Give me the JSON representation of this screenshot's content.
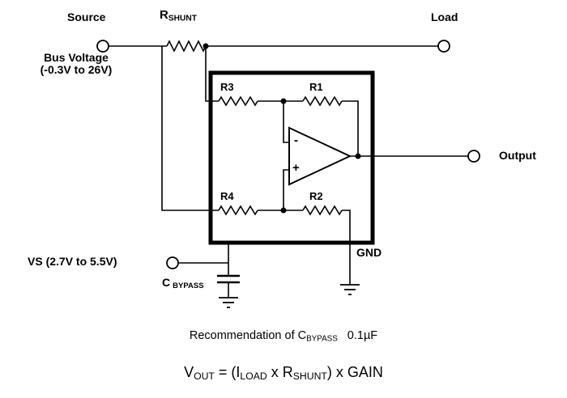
{
  "labels": {
    "source": "Source",
    "load": "Load",
    "bus_voltage_line1": "Bus Voltage",
    "bus_voltage_line2": "(-0.3V to 26V)",
    "r_shunt_main": "R",
    "r_shunt_sub": "SHUNT",
    "r1": "R1",
    "r2": "R2",
    "r3": "R3",
    "r4": "R4",
    "opamp_minus": "-",
    "opamp_plus": "+",
    "output": "Output",
    "gnd": "GND",
    "vs": "VS (2.7V to 5.5V)",
    "c_bypass_main": "C",
    "c_bypass_sub": "BYPASS"
  },
  "recommendation": {
    "prefix": "Recommendation of C",
    "sub": "BYPASS",
    "value": "0.1µF"
  },
  "formula": {
    "v_main": "V",
    "v_sub": "OUT",
    "part1": " = (I",
    "i_sub": "LOAD",
    "part2": " x R",
    "r_sub": "SHUNT",
    "part3": ") x GAIN"
  },
  "colors": {
    "line": "#000000",
    "background": "#ffffff"
  }
}
